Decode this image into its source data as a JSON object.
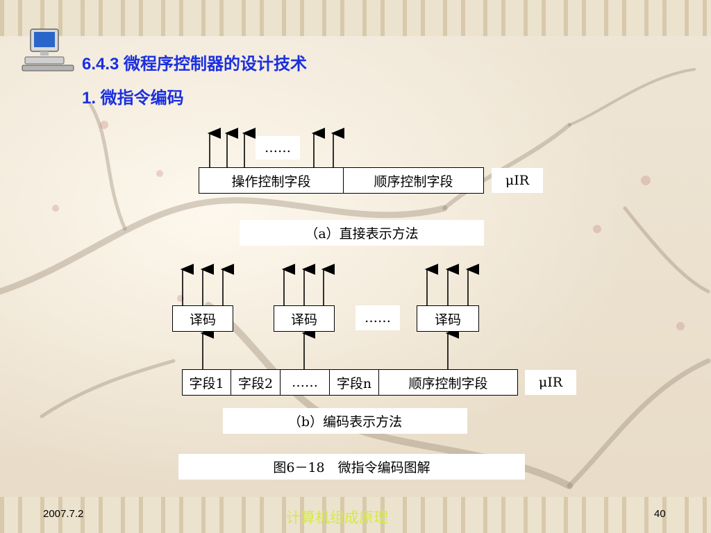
{
  "heading": "6.4.3 微程序控制器的设计技术",
  "subheading": "1.  微指令编码",
  "diagram_a": {
    "dots": "……",
    "fields": [
      "操作控制字段",
      "顺序控制字段"
    ],
    "uir": "μIR",
    "caption": "（a）直接表示方法"
  },
  "diagram_b": {
    "decoders": [
      "译码",
      "译码",
      "译码"
    ],
    "dots": "……",
    "fields": [
      "字段1",
      "字段2",
      "……",
      "字段n",
      "顺序控制字段"
    ],
    "uir": "μIR",
    "caption": "（b）编码表示方法"
  },
  "figure_caption": "图6－18　微指令编码图解",
  "footer": {
    "date": "2007.7.2",
    "course": "计算机组成原理",
    "page": "40"
  }
}
